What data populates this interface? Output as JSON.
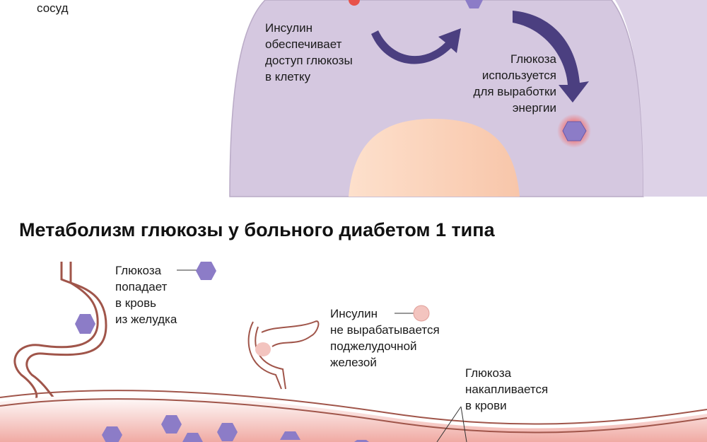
{
  "top": {
    "vessel_label": "сосуд",
    "insulin_text": "Инсулин\nобеспечивает\nдоступ глюкозы\nв клетку",
    "glucose_text": "Глюкоза\nиспользуется\nдля выработки\nэнергии"
  },
  "section_title": "Метаболизм глюкозы у больного диабетом 1 типа",
  "bottom": {
    "stomach_text": "Глюкоза\nпопадает\nв кровь\nиз желудка",
    "pancreas_text": "Инсулин\nне вырабатывается\nподжелудочной\nжелезой",
    "blood_text": "Глюкоза\nнакапливается\nв крови"
  },
  "colors": {
    "cell": "#d5c8e0",
    "arrow": "#4b3f80",
    "glucose": "#8c7cc7",
    "nucleus": "#f8cdb3",
    "organ": "#a0554a",
    "blood": "#f0b5ad"
  }
}
